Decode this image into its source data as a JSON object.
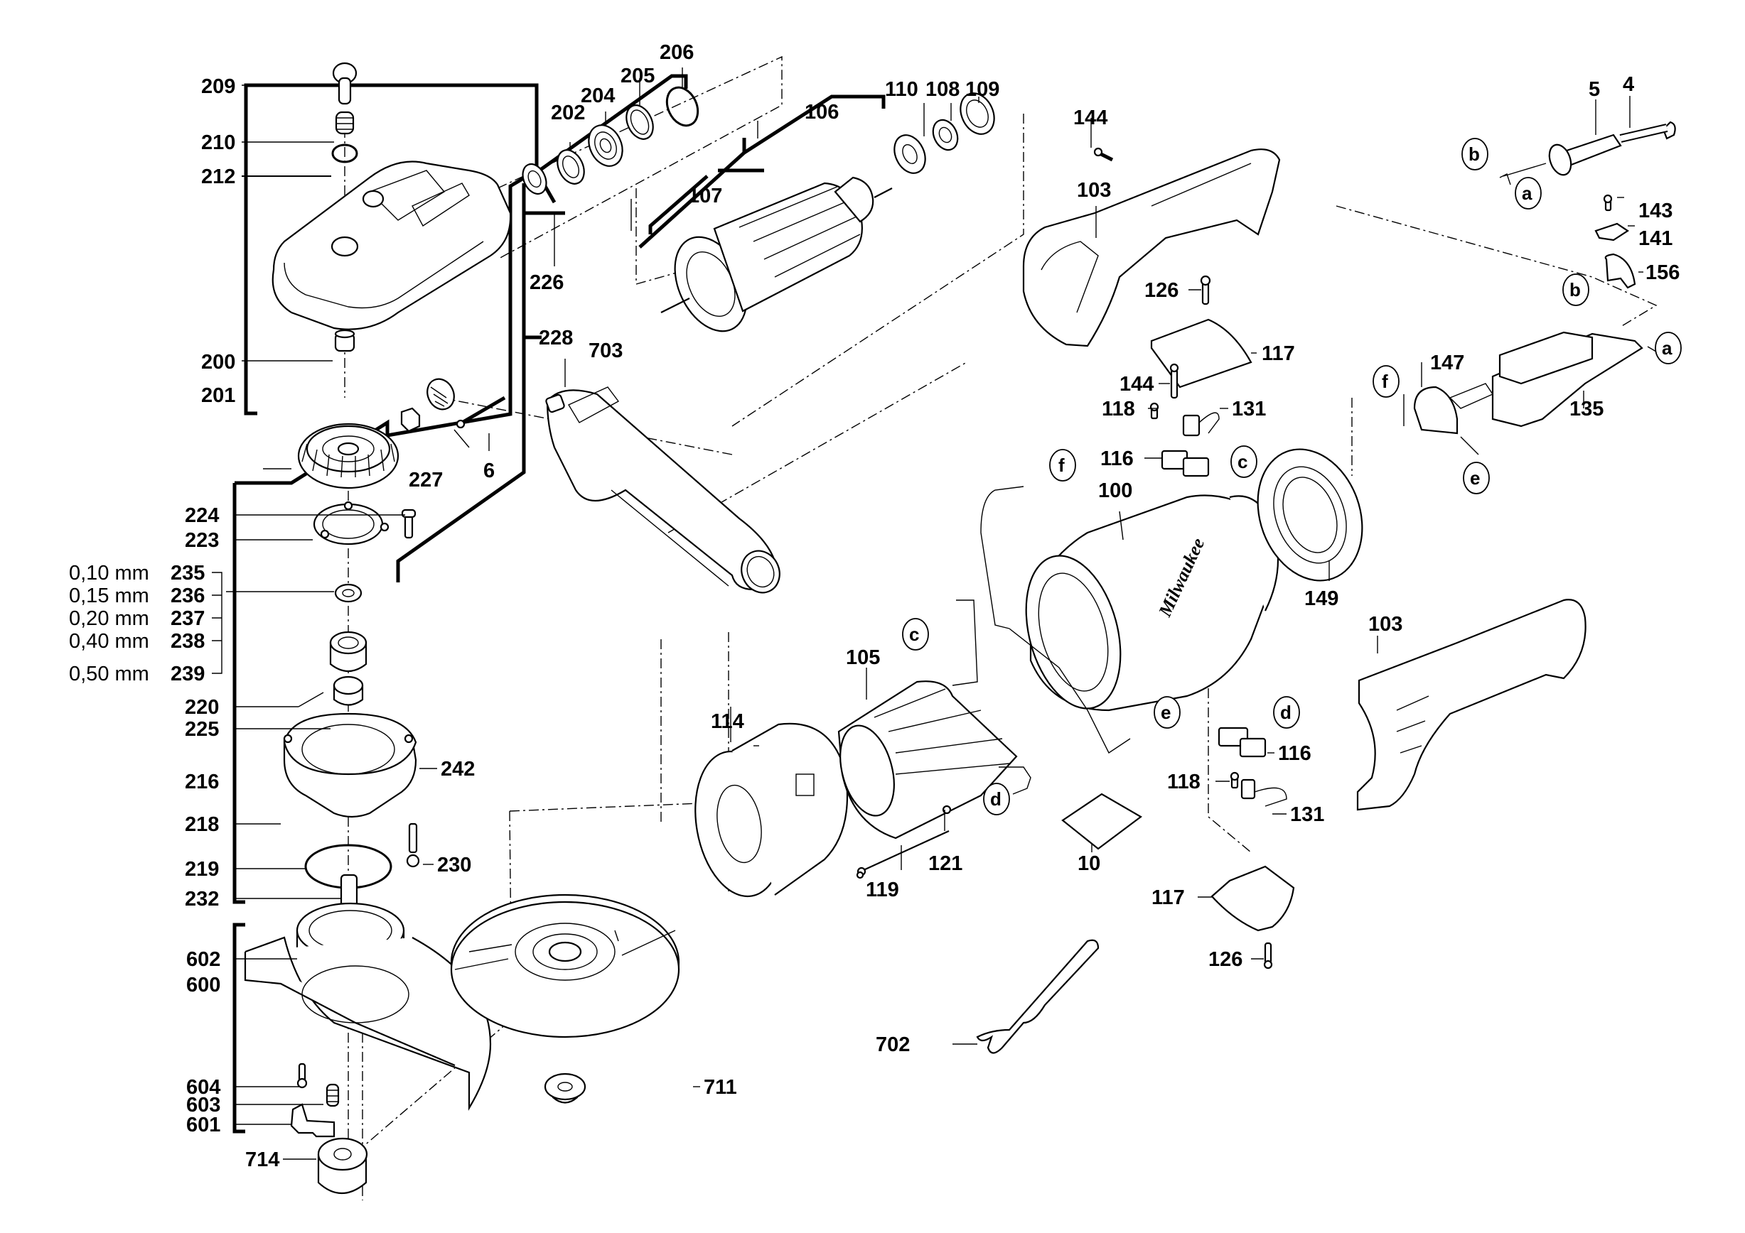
{
  "diagram": {
    "title": "Angle grinder exploded parts view",
    "brand_mark": "Milwaukee",
    "part_labels": {
      "p4": "4",
      "p5": "5",
      "p6": "6",
      "p10": "10",
      "p100": "100",
      "p103a": "103",
      "p103b": "103",
      "p105": "105",
      "p106": "106",
      "p107": "107",
      "p108": "108",
      "p109": "109",
      "p110": "110",
      "p114": "114",
      "p116a": "116",
      "p116b": "116",
      "p117a": "117",
      "p117b": "117",
      "p118a": "118",
      "p118b": "118",
      "p119": "119",
      "p121": "121",
      "p126a": "126",
      "p126b": "126",
      "p131a": "131",
      "p131b": "131",
      "p135": "135",
      "p141": "141",
      "p143": "143",
      "p144a": "144",
      "p144b": "144",
      "p147": "147",
      "p149": "149",
      "p156": "156",
      "p200": "200",
      "p201": "201",
      "p202": "202",
      "p204": "204",
      "p205": "205",
      "p206": "206",
      "p209": "209",
      "p210": "210",
      "p212": "212",
      "p216": "216",
      "p218": "218",
      "p219": "219",
      "p220": "220",
      "p223": "223",
      "p224": "224",
      "p225": "225",
      "p226": "226",
      "p227": "227",
      "p228": "228",
      "p230": "230",
      "p232": "232",
      "p235": "235",
      "p236": "236",
      "p237": "237",
      "p238": "238",
      "p239": "239",
      "p242": "242",
      "p600": "600",
      "p601": "601",
      "p602": "602",
      "p603": "603",
      "p604": "604",
      "p702": "702",
      "p703": "703",
      "p711": "711",
      "p714": "714"
    },
    "shims": [
      {
        "thickness": "0,10 mm",
        "part": "235"
      },
      {
        "thickness": "0,15 mm",
        "part": "236"
      },
      {
        "thickness": "0,20 mm",
        "part": "237"
      },
      {
        "thickness": "0,40 mm",
        "part": "238"
      },
      {
        "thickness": "0,50 mm",
        "part": "239"
      }
    ],
    "connection_refs": {
      "a1": "a",
      "a2": "a",
      "b1": "b",
      "b2": "b",
      "c1": "c",
      "c2": "c",
      "d1": "d",
      "d2": "d",
      "e1": "e",
      "e2": "e",
      "f1": "f",
      "f2": "f"
    }
  }
}
